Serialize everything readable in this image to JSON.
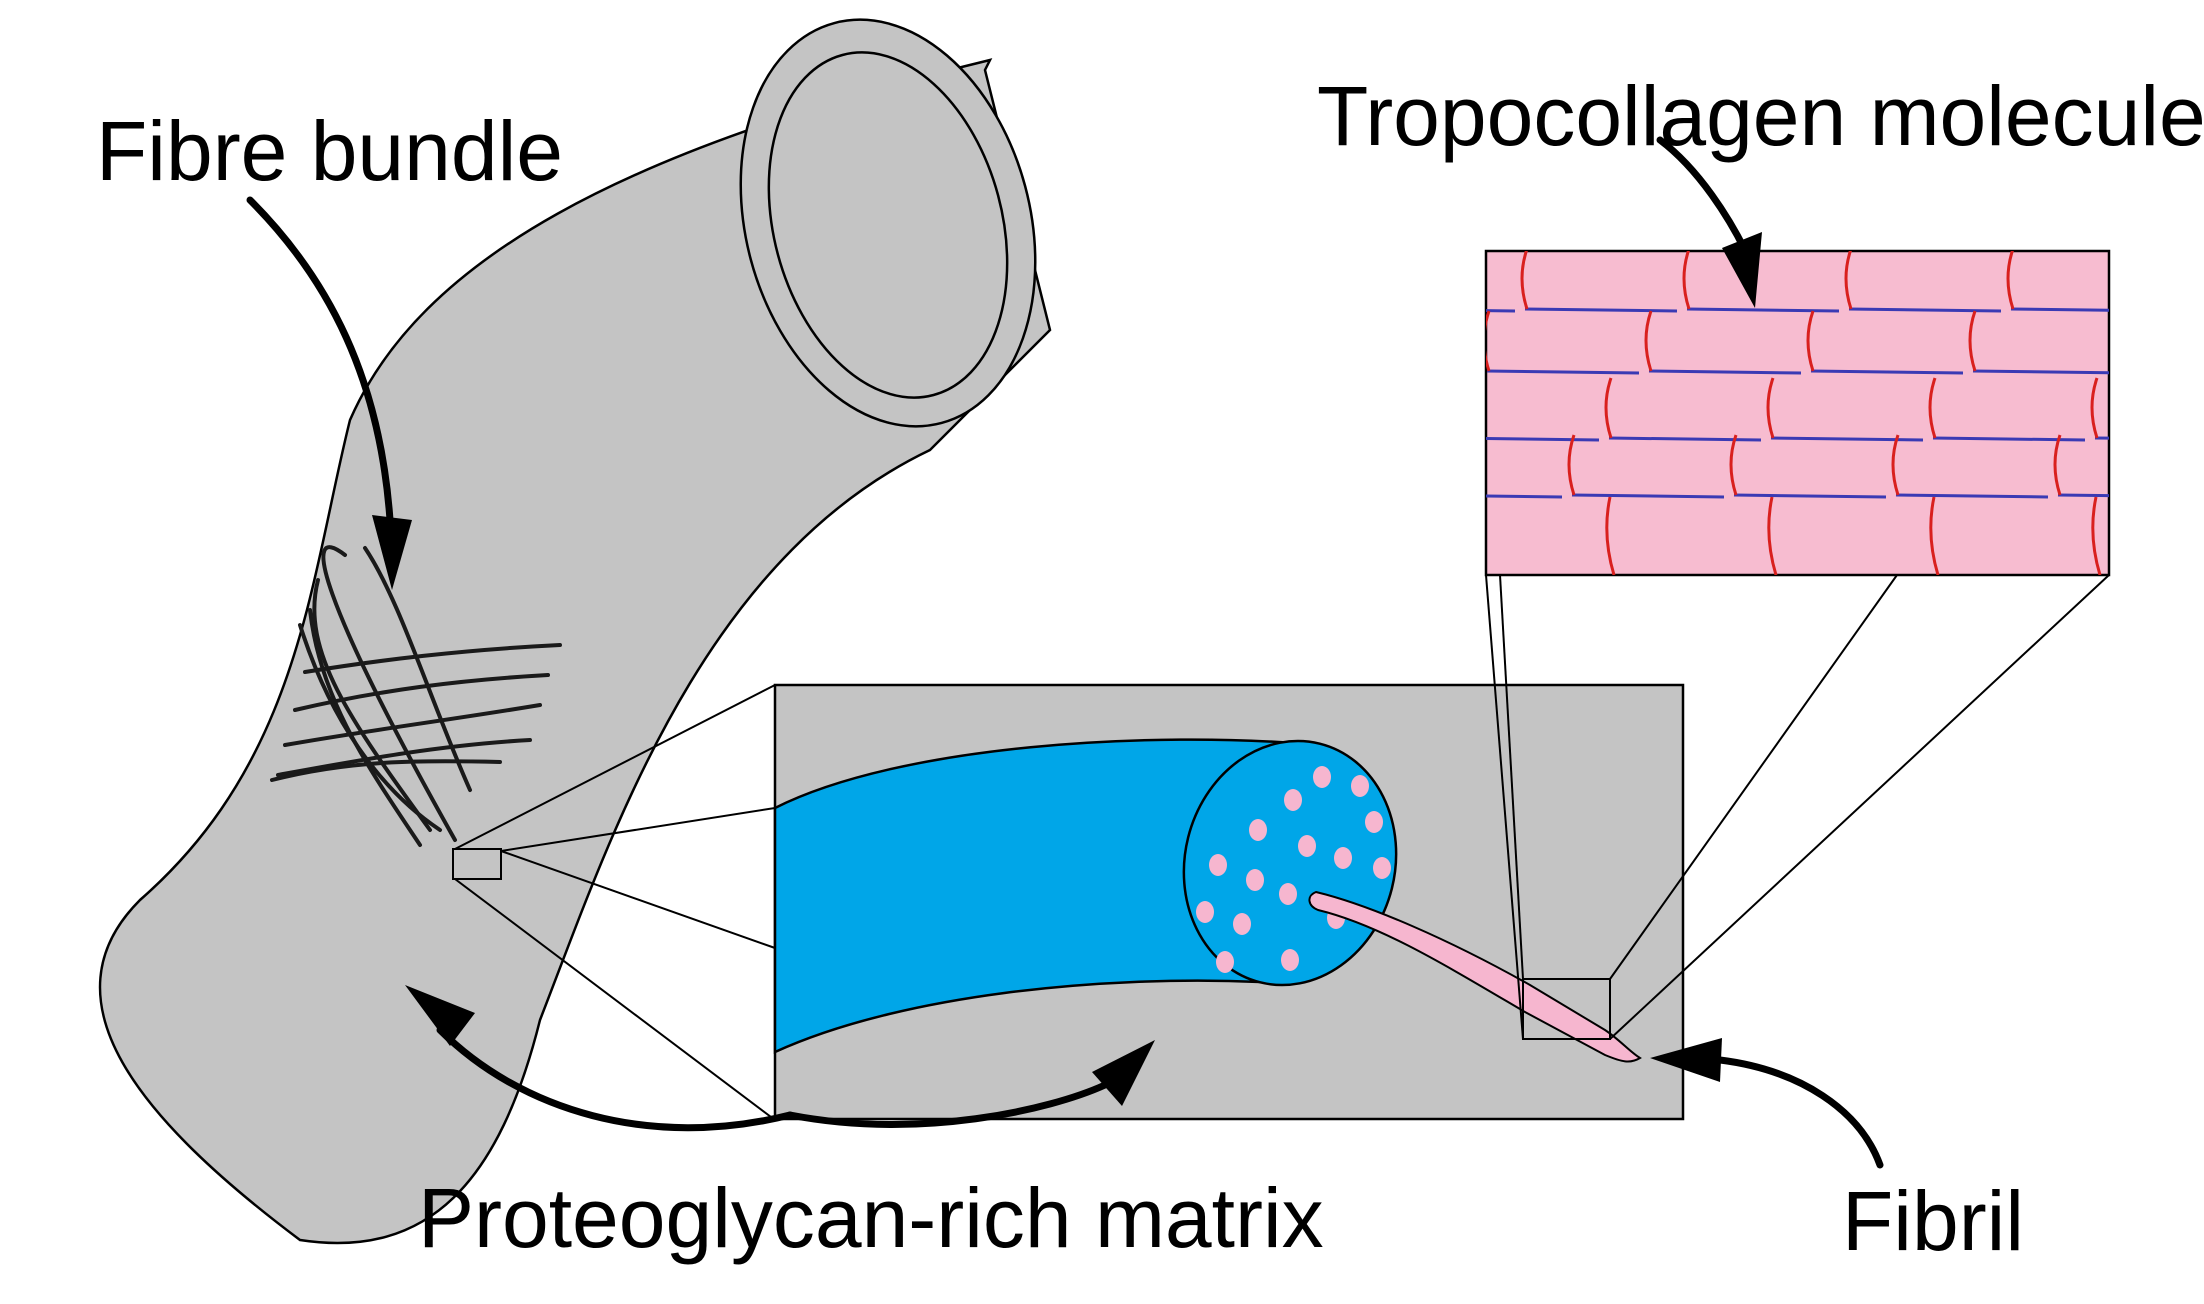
{
  "labels": {
    "fibre_bundle": "Fibre bundle",
    "tropocollagen": "Tropocollagen molecule",
    "matrix": "Proteoglycan-rich matrix",
    "fibril": "Fibril"
  },
  "colors": {
    "tendon_fill": "#c4c4c4",
    "matrix_box": "#c4c4c4",
    "fibre_blue": "#00a6e8",
    "fibril_pink": "#f6b6cf",
    "tropo_bg": "#f7bcd0",
    "molecule_line": "#3a3ab4",
    "crosslink": "#d9201e"
  }
}
